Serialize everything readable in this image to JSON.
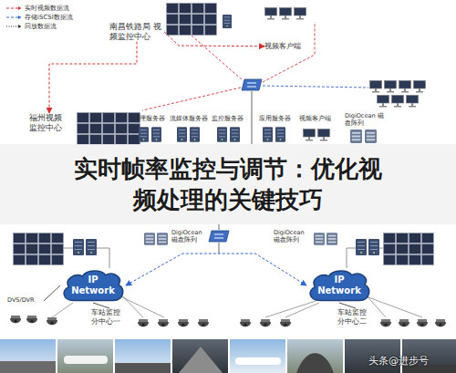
{
  "diagram": {
    "title": "实时帧率监控与调节：优化视频处理的关键技巧",
    "nodes": [
      {
        "text": [
          "南昌铁路局 视频监控中心"
        ]
      },
      {
        "text": [
          "视频客户端"
        ]
      },
      {
        "text": [
          "福州视频 监控中心"
        ]
      },
      {
        "text": [
          "管理服务器"
        ]
      },
      {
        "text": [
          "流媒体服务器"
        ]
      },
      {
        "text": [
          "监控服务器"
        ]
      },
      {
        "text": [
          "应用服务器"
        ]
      },
      {
        "text": [
          "视频客户端"
        ]
      },
      {
        "text": [
          "DigiOcean 磁盘阵列"
        ]
      },
      {
        "text": [
          "IP Network"
        ]
      },
      {
        "text": [
          "车站监控 分中心一"
        ]
      },
      {
        "text": [
          "IP Network"
        ]
      },
      {
        "text": [
          "车站监控 分中心二"
        ]
      },
      {
        "text": [
          "DVS/DVR"
        ]
      }
    ],
    "edges": [
      {
        "from": 0,
        "to": 2,
        "arrow": "to"
      },
      {
        "from": 0,
        "to": 1,
        "arrow": "to"
      },
      {
        "from": 9,
        "to": 11,
        "arrow": "both"
      },
      {
        "from": 9,
        "to": 10,
        "arrow": "none"
      },
      {
        "from": 11,
        "to": 12,
        "arrow": "none"
      },
      {
        "from": 13,
        "to": 9,
        "arrow": "none"
      }
    ],
    "labels": [
      "DigiOcean 磁盘阵列",
      "DigiOcean 磁盘阵列",
      "头条@进步号"
    ],
    "legend": [
      {
        "text": "实时视频数据流"
      },
      {
        "text": "存储iSCSI数据流"
      },
      {
        "text": "回放数据流"
      }
    ]
  }
}
